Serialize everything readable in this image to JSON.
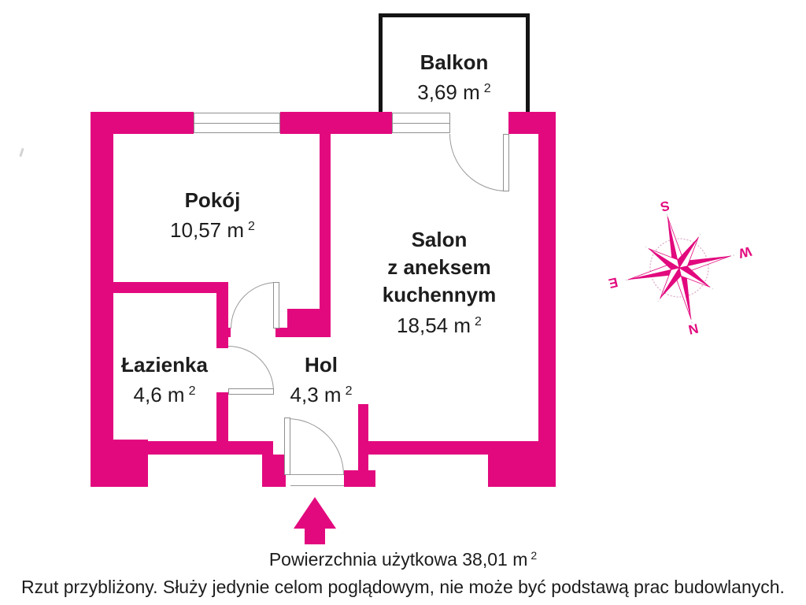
{
  "colors": {
    "wall_pink": "#e2097e",
    "balcony_outline": "#141414",
    "line_gray": "#8f8f8f",
    "text": "#1d1d1d"
  },
  "rooms": {
    "balkon": {
      "name": "Balkon",
      "area": "3,69",
      "unit": "m",
      "exp": "2"
    },
    "pokoj": {
      "name": "Pokój",
      "area": "10,57",
      "unit": "m",
      "exp": "2"
    },
    "salon": {
      "name_lines": [
        "Salon",
        "z aneksem",
        "kuchennym"
      ],
      "area": "18,54",
      "unit": "m",
      "exp": "2"
    },
    "lazienka": {
      "name": "Łazienka",
      "area": "4,6",
      "unit": "m",
      "exp": "2"
    },
    "hol": {
      "name": "Hol",
      "area": "4,3",
      "unit": "m",
      "exp": "2"
    }
  },
  "footer": {
    "usable_area": "Powierzchnia użytkowa 38,01 m",
    "usable_area_exp": "2",
    "disclaimer": "Rzut przybliżony. Służy jedynie celom poglądowym, nie może być podstawą prac budowlanych."
  },
  "compass": {
    "n": "N",
    "e": "E",
    "s": "S",
    "w": "W"
  }
}
